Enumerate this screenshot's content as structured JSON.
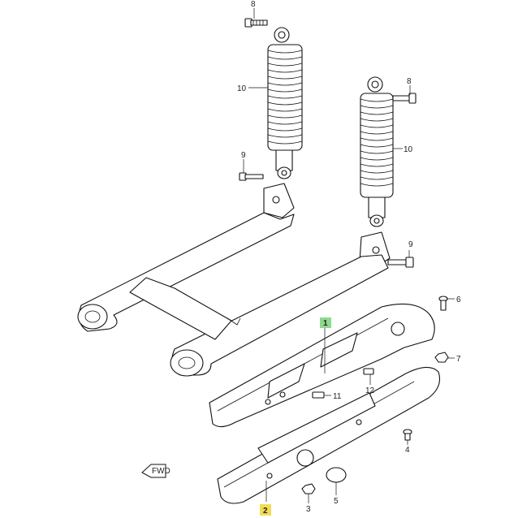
{
  "callouts": {
    "c1": "1",
    "c2": "2",
    "c3": "3",
    "c4": "4",
    "c5": "5",
    "c6": "6",
    "c7": "7",
    "c8a": "8",
    "c8b": "8",
    "c9a": "9",
    "c9b": "9",
    "c10a": "10",
    "c10b": "10",
    "c11": "11",
    "c12": "12"
  },
  "fwd_label": "FWD",
  "colors": {
    "highlight_part1": "#8fd88f",
    "highlight_part2": "#f3dc55"
  }
}
